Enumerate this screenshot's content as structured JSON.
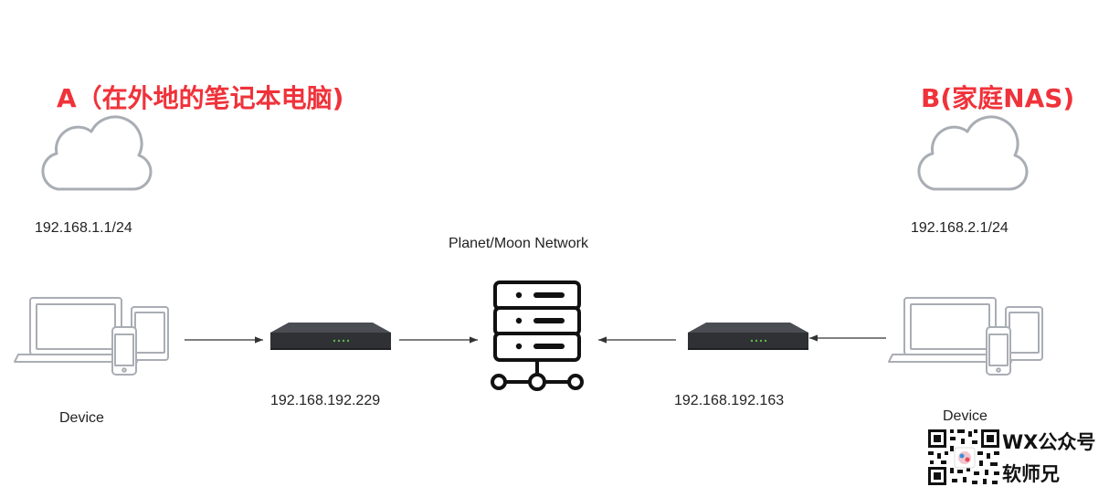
{
  "site_a": {
    "title": "A（在外地的笔记本电脑)",
    "subnet": "192.168.1.1/24",
    "device_label": "Device",
    "router_ip": "192.168.192.229"
  },
  "site_b": {
    "title": "B(家庭NAS)",
    "subnet": "192.168.2.1/24",
    "device_label": "Device",
    "router_ip": "192.168.192.163"
  },
  "center": {
    "label": "Planet/Moon Network"
  },
  "watermark": {
    "line1": "WX公众号",
    "line2": "软师兄"
  },
  "colors": {
    "title": "#f0323a",
    "icon_stroke": "#a9adb4",
    "server": "#111111",
    "router": "#2f3134"
  }
}
